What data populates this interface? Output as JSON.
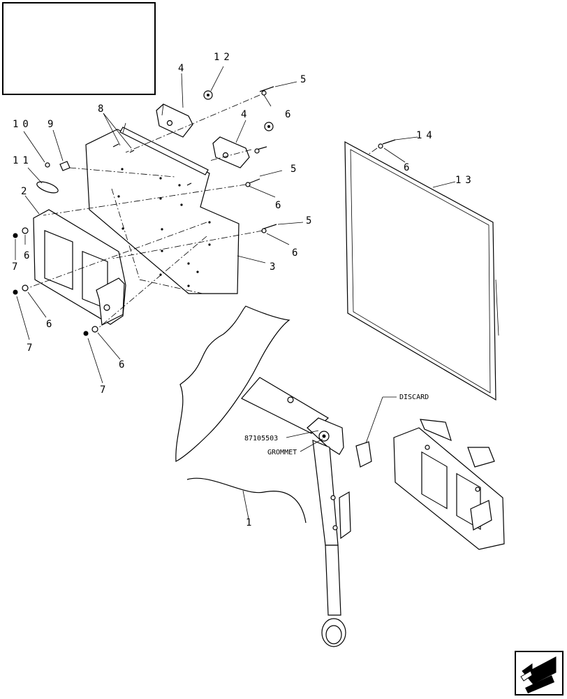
{
  "callouts": {
    "c1": "1",
    "c2": "2",
    "c3": "3",
    "c4a": "4",
    "c4b": "4",
    "c5a": "5",
    "c5b": "5",
    "c5c": "5",
    "c6a": "6",
    "c6b": "6",
    "c6c": "6",
    "c6d": "6",
    "c6e": "6",
    "c6f": "6",
    "c6g": "6",
    "c7a": "7",
    "c7b": "7",
    "c7c": "7",
    "c8": "8",
    "c9": "9",
    "c10": "10",
    "c11": "11",
    "c12": "12",
    "c13": "13",
    "c14": "14"
  },
  "labels": {
    "part_number": "87105503",
    "grommet": "GROMMET",
    "discard": "DISCARD"
  },
  "icons": {
    "nav": "arrow-icon"
  }
}
